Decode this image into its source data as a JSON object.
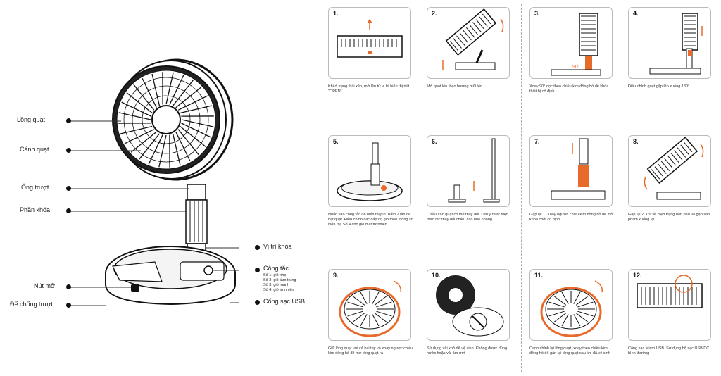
{
  "fan_labels": {
    "cage": "Lồng quạt",
    "blade": "Cánh quạt",
    "tube": "Ống trượt",
    "lock_part": "Phần khóa",
    "open_button": "Nút mở",
    "anti_slip": "Đế chống trượt",
    "lock_position": "Vị trí khóa",
    "switch": "Công tắc",
    "switch_levels": [
      "Số 1: gió nhẹ",
      "Số 2: gió tầm trung",
      "Số 3: gió mạnh",
      "Số 4: gió tự nhiên"
    ],
    "usb_port": "Cổng sạc USB"
  },
  "steps": [
    {
      "num": "1.",
      "caption": "Khi ở trạng thái xếp, mở lên từ vị trí hiển thị nút \"OPEN\""
    },
    {
      "num": "2.",
      "caption": "Mở quạt lên theo hướng mũi tên"
    },
    {
      "num": "3.",
      "caption": "Xoay 90° dọc theo chiều kim đồng hồ để khóa thiết bị cố định"
    },
    {
      "num": "4.",
      "caption": "Điều chỉnh quạt gập lên xuống 180°"
    },
    {
      "num": "5.",
      "caption": "Nhấn vào công tắc để hiển thị pin. Bấm 2 lần để bật quạt. Điều chỉnh các cấp độ gió theo thông số hiển thị. Số 4 cho gió mát tự nhiên"
    },
    {
      "num": "6.",
      "caption": "Chiều cao quạt có thể thay đổi. Lưu ý thực hiện thao tác thay đổi chiều cao nhẹ nhàng"
    },
    {
      "num": "7.",
      "caption": "Gập lại 1. Xoay ngược chiều kim đồng hồ để mở khóa chốt cố định"
    },
    {
      "num": "8.",
      "caption": "Gập lại 2: Trả về hiện trạng ban đầu và gập sản phẩm xuống lại"
    },
    {
      "num": "9.",
      "caption": "Giữ lồng quạt với cả hai tay và xoay ngược chiều kim đồng hồ để mở lồng quạt ra"
    },
    {
      "num": "10.",
      "caption": "Sử dụng vải khô để vệ sinh. Không được dùng nước hoặc vải ẩm ướt"
    },
    {
      "num": "11.",
      "caption": "Canh chỉnh lại lồng quạt, xoay theo chiều kim đồng hồ để gắn lại lồng quạt sau khi đã vệ sinh"
    },
    {
      "num": "12.",
      "caption": "Cổng sạc Micro USB. Sử dụng bộ sạc USB DC bình thường"
    }
  ],
  "annotation_90": "90°",
  "colors": {
    "accent": "#e86a2a",
    "ink": "#111111",
    "border": "#bbbbbb"
  }
}
